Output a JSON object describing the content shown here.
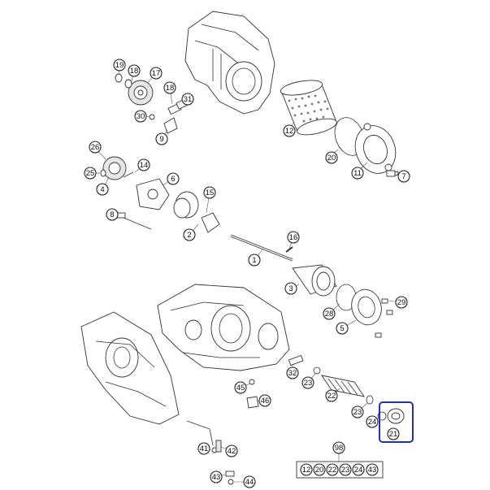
{
  "callouts": [
    {
      "label": "19"
    },
    {
      "label": "18"
    },
    {
      "label": "17"
    },
    {
      "label": "18"
    },
    {
      "label": "31"
    },
    {
      "label": "30"
    },
    {
      "label": "9"
    },
    {
      "label": "12"
    },
    {
      "label": "20"
    },
    {
      "label": "11"
    },
    {
      "label": "7"
    },
    {
      "label": "26"
    },
    {
      "label": "25"
    },
    {
      "label": "4"
    },
    {
      "label": "14"
    },
    {
      "label": "6"
    },
    {
      "label": "15"
    },
    {
      "label": "8"
    },
    {
      "label": "2"
    },
    {
      "label": "16"
    },
    {
      "label": "1"
    },
    {
      "label": "3"
    },
    {
      "label": "28"
    },
    {
      "label": "29"
    },
    {
      "label": "5"
    },
    {
      "label": "32"
    },
    {
      "label": "23"
    },
    {
      "label": "22"
    },
    {
      "label": "45"
    },
    {
      "label": "46"
    },
    {
      "label": "23"
    },
    {
      "label": "24"
    },
    {
      "label": "21"
    },
    {
      "label": "41"
    },
    {
      "label": "42"
    },
    {
      "label": "43"
    },
    {
      "label": "44"
    },
    {
      "label": "98"
    }
  ],
  "kit": {
    "label": "98",
    "items": [
      "12",
      "20",
      "22",
      "23",
      "24",
      "43"
    ]
  },
  "highlight": {
    "part": "21",
    "color": "#2233aa"
  }
}
